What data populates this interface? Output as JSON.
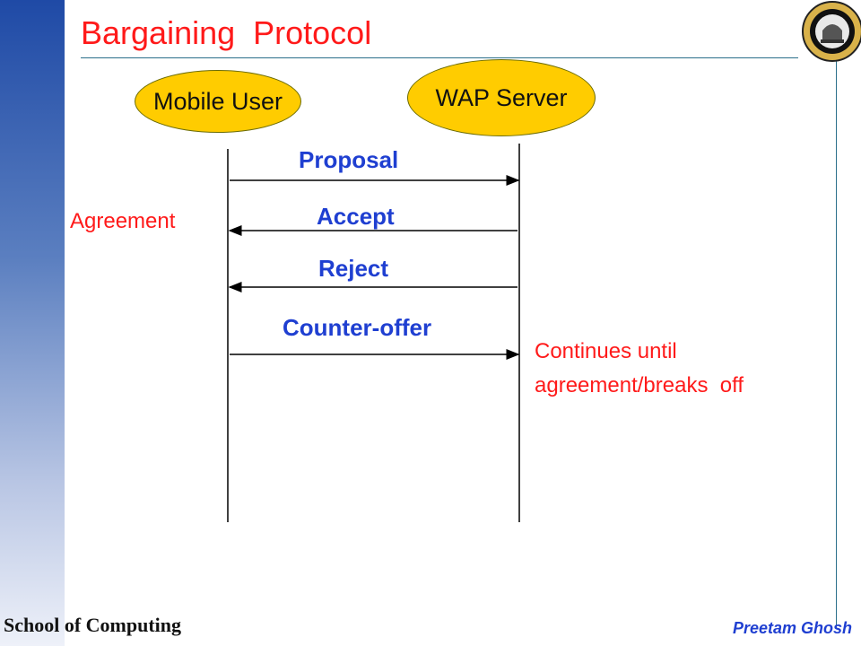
{
  "slide": {
    "title": "Bargaining  Protocol",
    "footer_left": "School of Computing",
    "footer_right": "Preetam Ghosh"
  },
  "actors": {
    "mobile_user": "Mobile User",
    "wap_server": "WAP Server"
  },
  "messages": [
    {
      "label": "Proposal",
      "direction": "right"
    },
    {
      "label": "Accept",
      "direction": "left"
    },
    {
      "label": "Reject",
      "direction": "left"
    },
    {
      "label": "Counter-offer",
      "direction": "right"
    }
  ],
  "notes": {
    "agreement": "Agreement",
    "continues_line1": "Continues until",
    "continues_line2": "agreement/breaks  off"
  },
  "colors": {
    "title": "#ff1a1a",
    "message": "#1f3fd1",
    "actor_fill": "#ffcc00"
  },
  "seal_icon": "university-seal-icon"
}
